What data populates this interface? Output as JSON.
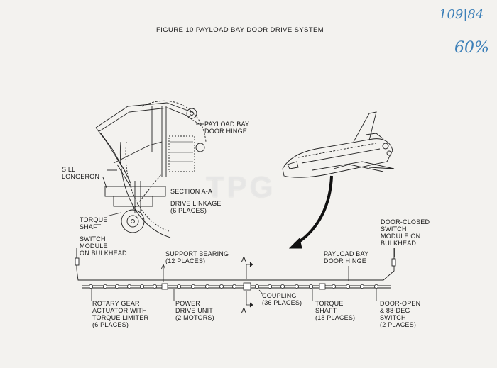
{
  "title": "FIGURE 10 PAYLOAD BAY DOOR DRIVE SYSTEM",
  "handwritten": {
    "code": "109|84",
    "percent": "60%"
  },
  "watermark": "TPG",
  "labels": {
    "door_hinge_top": "PAYLOAD BAY\nDOOR HINGE",
    "sill_longeron": "SILL\nLONGERON",
    "section": "SECTION A-A",
    "drive_linkage": "DRIVE LINKAGE\n(6 PLACES)",
    "torque_shaft_top": "TORQUE\nSHAFT",
    "switch_module_bulkhead": "SWITCH\nMODULE\nON BULKHEAD",
    "door_closed_switch": "DOOR-CLOSED\nSWITCH\nMODULE ON\nBULKHEAD",
    "support_bearing": "SUPPORT BEARING\n(12 PLACES)",
    "door_hinge_bottom": "PAYLOAD BAY\nDOOR HINGE",
    "coupling": "COUPLING\n(36 PLACES)",
    "rotary_gear": "ROTARY GEAR\nACTUATOR WITH\nTORQUE LIMITER\n(6 PLACES)",
    "power_drive": "POWER\nDRIVE UNIT\n(2 MOTORS)",
    "torque_shaft_bottom": "TORQUE\nSHAFT\n(18 PLACES)",
    "door_open_switch": "DOOR-OPEN\n& 88-DEG\nSWITCH\n(2 PLACES)",
    "marker_a_top": "A",
    "marker_a_bottom": "A"
  }
}
